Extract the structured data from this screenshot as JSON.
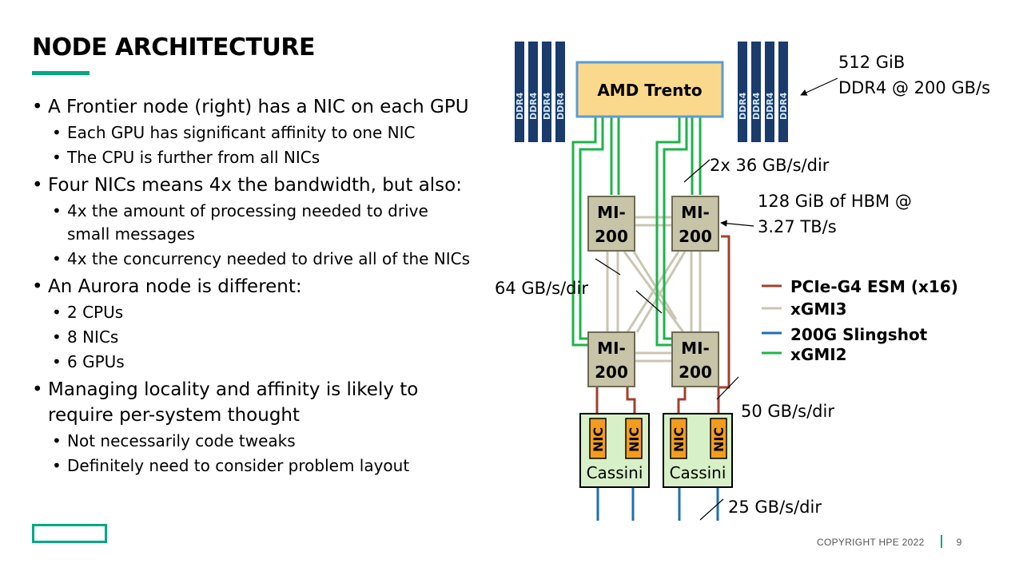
{
  "slide": {
    "title": "NODE ARCHITECTURE",
    "bullets": [
      {
        "text": "A Frontier node (right) has a NIC on each GPU",
        "level": 1
      },
      {
        "text": "Each GPU has significant affinity to one NIC",
        "level": 2
      },
      {
        "text": "The CPU is further from all NICs",
        "level": 2
      },
      {
        "text": "Four NICs means 4x the bandwidth, but also:",
        "level": 1
      },
      {
        "text": "4x the amount of processing needed to drive small messages",
        "level": 2
      },
      {
        "text": "4x the concurrency needed to drive all of the NICs",
        "level": 2
      },
      {
        "text": "An Aurora node is different:",
        "level": 1
      },
      {
        "text": "2 CPUs",
        "level": 2
      },
      {
        "text": "8 NICs",
        "level": 2
      },
      {
        "text": "6 GPUs",
        "level": 2
      },
      {
        "text": "Managing locality and affinity is likely to require per-system thought",
        "level": 1
      },
      {
        "text": "Not necessarily code tweaks",
        "level": 2
      },
      {
        "text": "Definitely need to consider problem layout",
        "level": 2
      }
    ],
    "footer": {
      "copyright": "COPYRIGHT HPE 2022",
      "page": "9"
    }
  },
  "diagram": {
    "cpu_label": "AMD Trento",
    "memory_module_label": "DDR4",
    "memory_label_line1": "512 GiB",
    "memory_label_line2": "DDR4 @ 200 GB/s",
    "gpu_label_line1": "MI-",
    "gpu_label_line2": "200",
    "nic_label": "NIC",
    "cassini_label": "Cassini",
    "bw_cpu_gpu": "2x 36 GB/s/dir",
    "hbm_line1": "128 GiB of HBM @",
    "hbm_line2": "3.27 TB/s",
    "bw_gpu_gpu": "64 GB/s/dir",
    "bw_gpu_nic": "50 GB/s/dir",
    "bw_network": "25 GB/s/dir",
    "legend": [
      {
        "label": "PCIe-G4 ESM (x16)",
        "color": "#a0412d"
      },
      {
        "label": "xGMI3",
        "color": "#c9c6b2"
      },
      {
        "label": "200G Slingshot",
        "color": "#1f6fb8"
      },
      {
        "label": "xGMI2",
        "color": "#1db34a"
      }
    ],
    "colors": {
      "cpu_fill": "#fbd98c",
      "cpu_border": "#5b9bd5",
      "gpu_fill": "#c7c4a8",
      "gpu_border": "#6e6b55",
      "nic_fill": "#f29c1e",
      "cassini_fill": "#d8f0c8",
      "ddr_fill": "#1a3b6b"
    }
  }
}
